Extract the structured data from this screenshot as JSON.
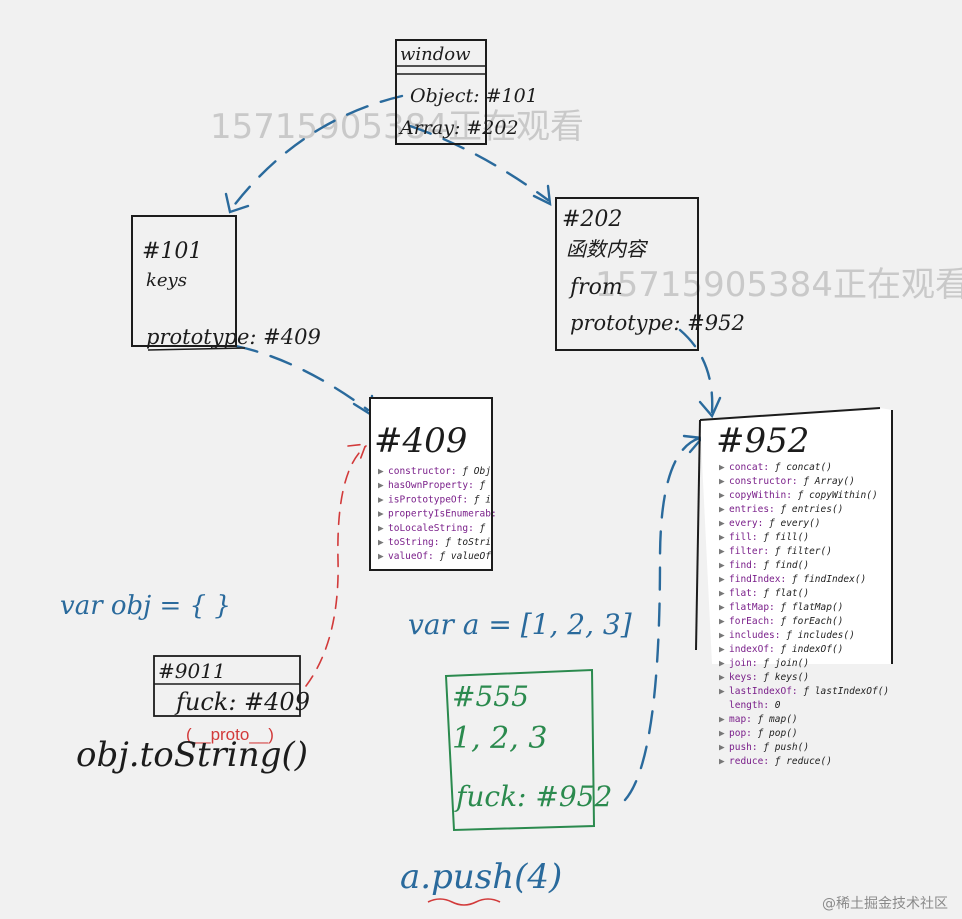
{
  "watermark": "15715905384正在观看",
  "credit": "@稀土掘金技术社区",
  "window_box": {
    "title": "window",
    "rows": [
      "Object: #101",
      "Array: #202"
    ]
  },
  "box_101": {
    "id": "#101",
    "rows": [
      "keys"
    ],
    "prototype": "prototype: #409"
  },
  "box_202": {
    "id": "#202",
    "rows": [
      "函数内容",
      "from"
    ],
    "prototype": "prototype: #952"
  },
  "box_409": {
    "id": "#409",
    "props": [
      {
        "key": "constructor",
        "val": "ƒ Obj"
      },
      {
        "key": "hasOwnProperty",
        "val": "ƒ"
      },
      {
        "key": "isPrototypeOf",
        "val": "ƒ i"
      },
      {
        "key": "propertyIsEnumerab",
        "val": ""
      },
      {
        "key": "toLocaleString",
        "val": "ƒ"
      },
      {
        "key": "toString",
        "val": "ƒ toStri"
      },
      {
        "key": "valueOf",
        "val": "ƒ valueOf"
      }
    ]
  },
  "box_952": {
    "id": "#952",
    "props": [
      {
        "key": "concat",
        "val": "ƒ concat()"
      },
      {
        "key": "constructor",
        "val": "ƒ Array()"
      },
      {
        "key": "copyWithin",
        "val": "ƒ copyWithin()"
      },
      {
        "key": "entries",
        "val": "ƒ entries()"
      },
      {
        "key": "every",
        "val": "ƒ every()"
      },
      {
        "key": "fill",
        "val": "ƒ fill()"
      },
      {
        "key": "filter",
        "val": "ƒ filter()"
      },
      {
        "key": "find",
        "val": "ƒ find()"
      },
      {
        "key": "findIndex",
        "val": "ƒ findIndex()"
      },
      {
        "key": "flat",
        "val": "ƒ flat()"
      },
      {
        "key": "flatMap",
        "val": "ƒ flatMap()"
      },
      {
        "key": "forEach",
        "val": "ƒ forEach()"
      },
      {
        "key": "includes",
        "val": "ƒ includes()"
      },
      {
        "key": "indexOf",
        "val": "ƒ indexOf()"
      },
      {
        "key": "join",
        "val": "ƒ join()"
      },
      {
        "key": "keys",
        "val": "ƒ keys()"
      },
      {
        "key": "lastIndexOf",
        "val": "ƒ lastIndexOf()"
      },
      {
        "key": "length",
        "val": "0"
      },
      {
        "key": "map",
        "val": "ƒ map()"
      },
      {
        "key": "pop",
        "val": "ƒ pop()"
      },
      {
        "key": "push",
        "val": "ƒ push()"
      },
      {
        "key": "reduce",
        "val": "ƒ reduce()"
      }
    ]
  },
  "code_obj": "var obj = { }",
  "box_9011": {
    "id": "#9011",
    "row": "fuck: #409"
  },
  "proto_label": "(__proto__)",
  "call_obj": "obj.toString()",
  "code_a": "var a = [1, 2, 3]",
  "box_555": {
    "id": "#555",
    "row1": "1, 2, 3",
    "row2": "fuck: #952"
  },
  "call_a": "a.push(4)",
  "colors": {
    "ink": "#1c1c1c",
    "blue": "#2a6a9c",
    "green": "#2b8a4e",
    "red": "#d23a3a"
  }
}
